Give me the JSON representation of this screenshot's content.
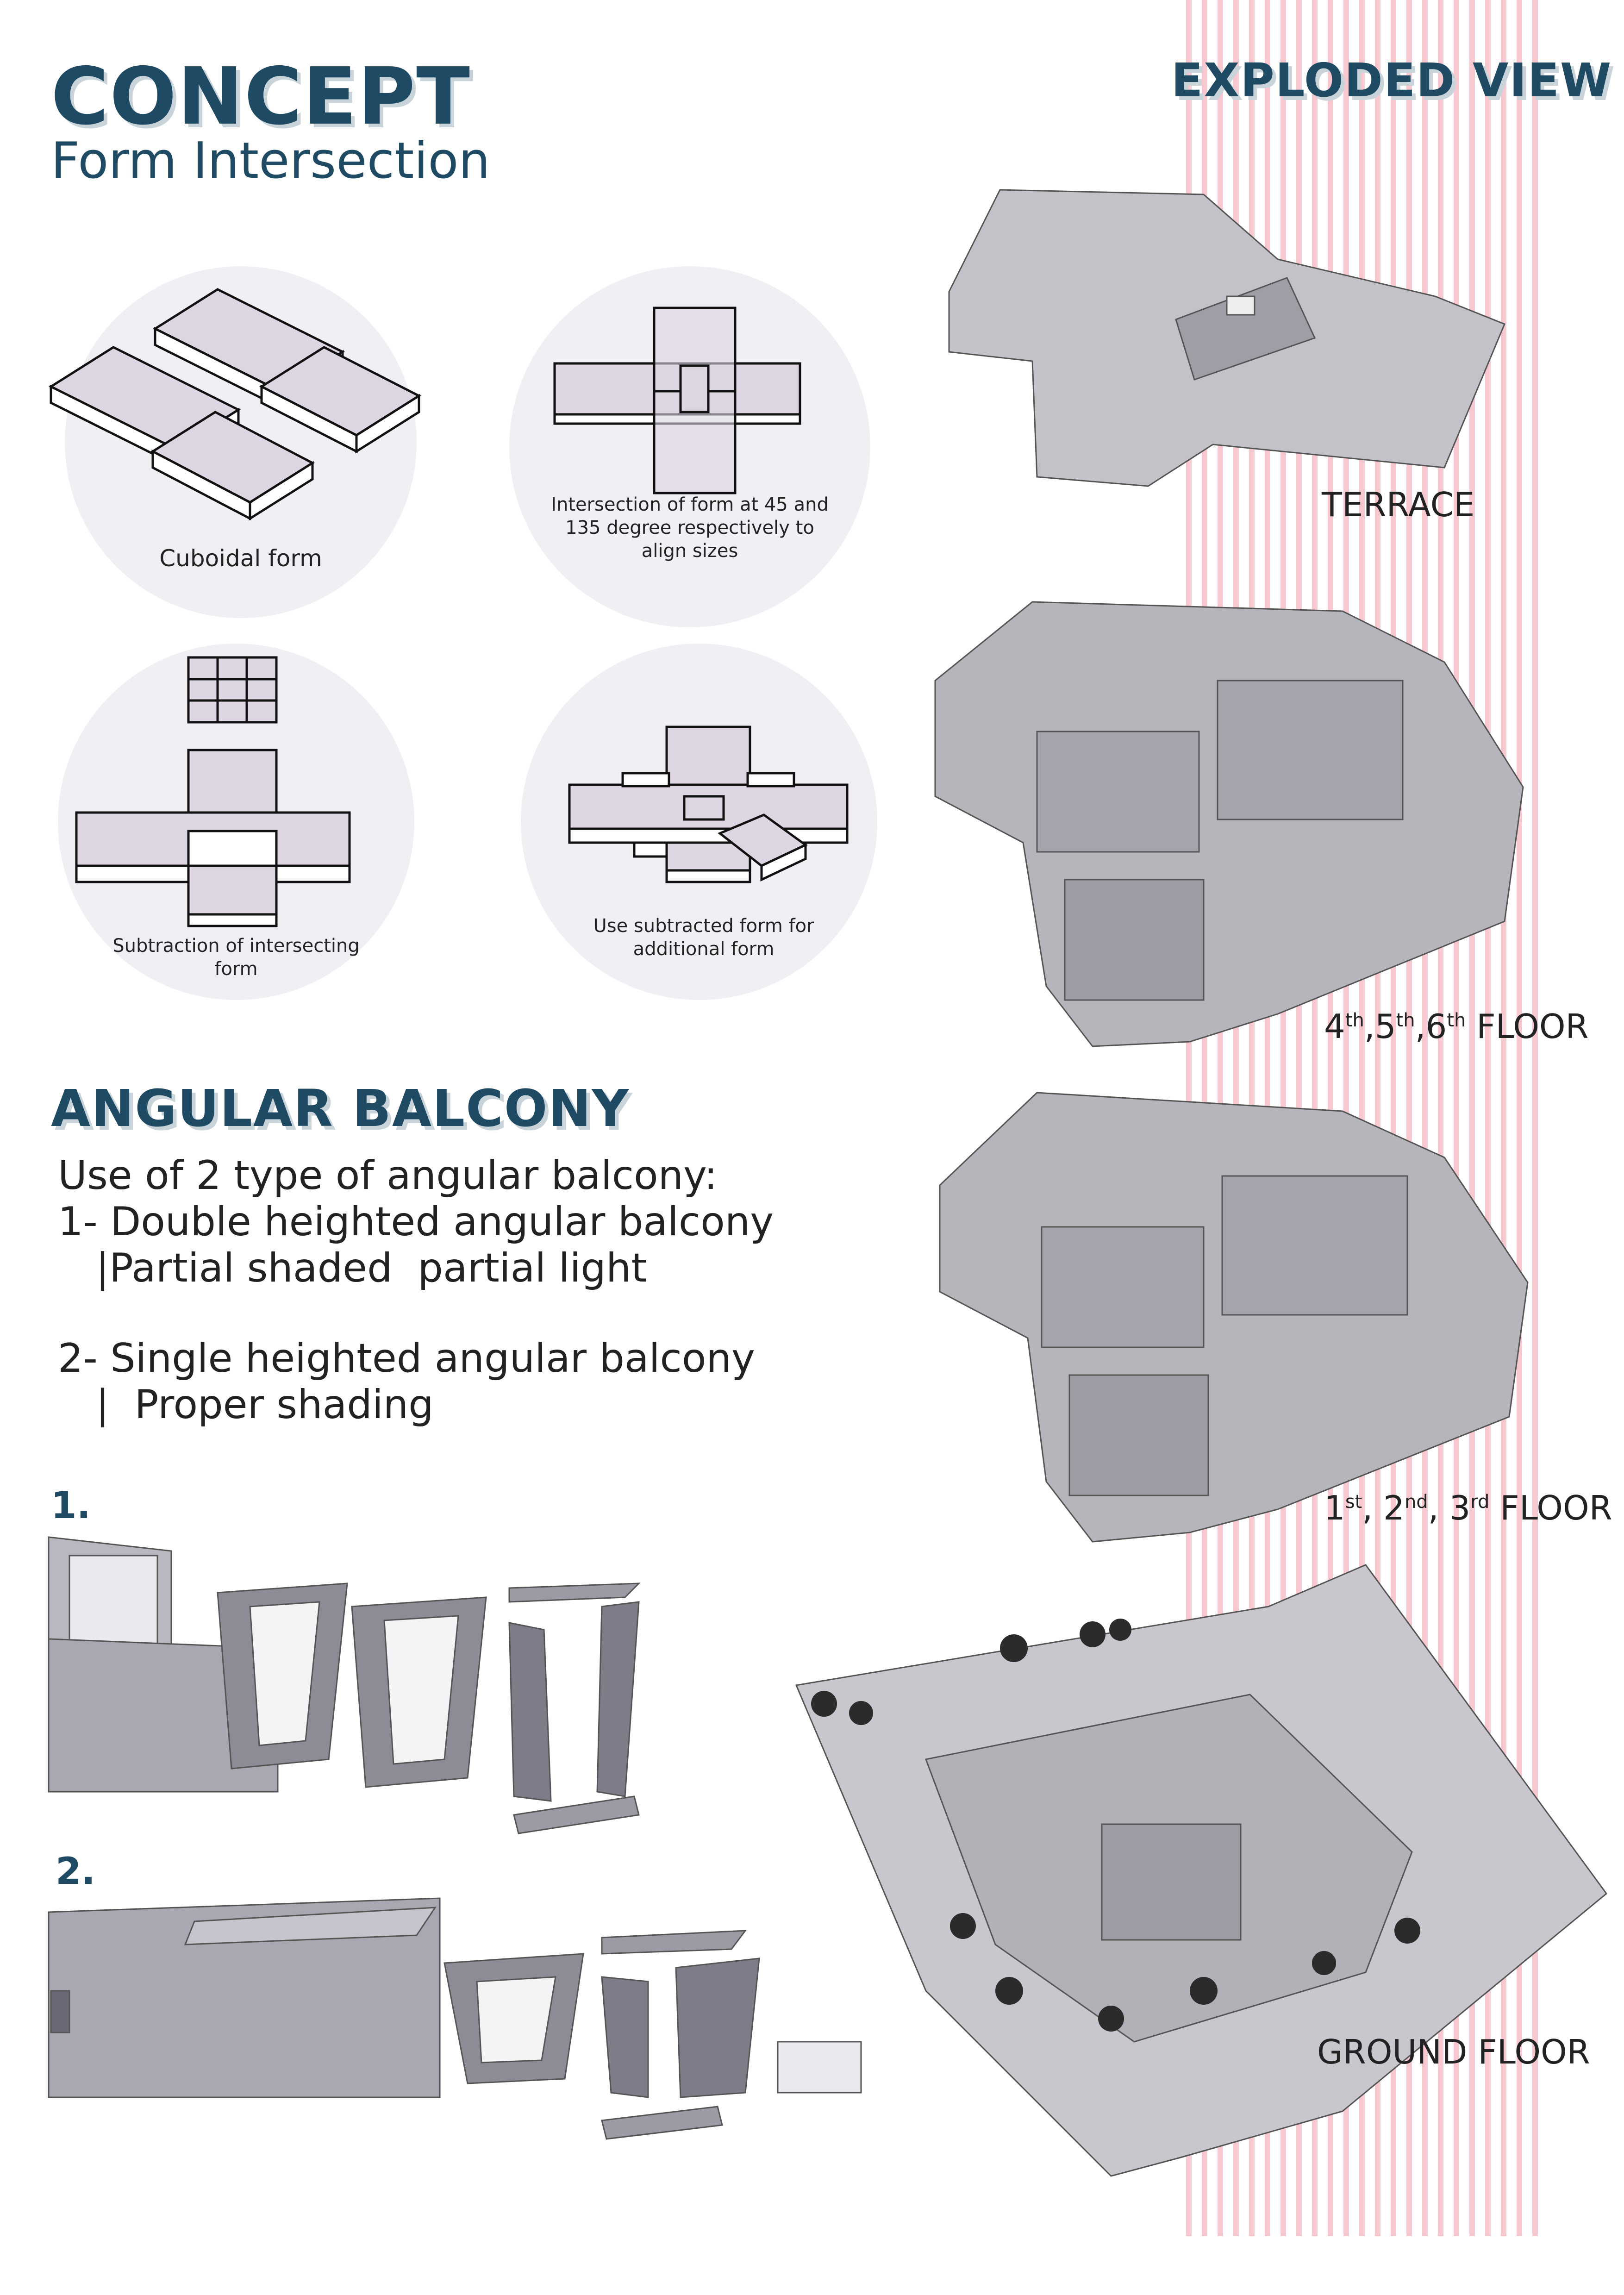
{
  "concept": {
    "title": "CONCEPT",
    "subtitle": "Form Intersection",
    "diagrams": [
      {
        "caption": "Cuboidal form"
      },
      {
        "caption_lines": [
          "Intersection of form at 45 and",
          "135  degree respectively to",
          "align sizes"
        ]
      },
      {
        "caption_lines": [
          "Subtraction of intersecting",
          "form"
        ]
      },
      {
        "caption_lines": [
          "Use subtracted form for",
          "additional form"
        ]
      }
    ]
  },
  "exploded": {
    "title": "EXPLODED VIEW",
    "floors": [
      {
        "label": "TERRACE"
      },
      {
        "n1": "4",
        "s1": "th",
        "n2": ",5",
        "s2": "th",
        "n3": ",6",
        "s3": "th",
        "rest": " FLOOR"
      },
      {
        "n1": "1",
        "s1": "st",
        "n2": ", 2",
        "s2": "nd",
        "n3": ", 3",
        "s3": "rd",
        "rest": " FLOOR"
      },
      {
        "label": "GROUND FLOOR"
      }
    ]
  },
  "balcony": {
    "title": "ANGULAR BALCONY",
    "lines": [
      "Use of 2 type of angular balcony:",
      "1- Double heighted angular balcony",
      "   |Partial shaded  partial light",
      "2- Single heighted angular balcony",
      "   |  Proper shading"
    ],
    "label1": "1.",
    "label2": "2."
  },
  "colors": {
    "heading": "#1e4a63",
    "form_fill": "#ddd6e2",
    "circle_bg": "#f1eff4",
    "stripe": "#f7c8d0",
    "model_gray": "#b7b5bc"
  }
}
